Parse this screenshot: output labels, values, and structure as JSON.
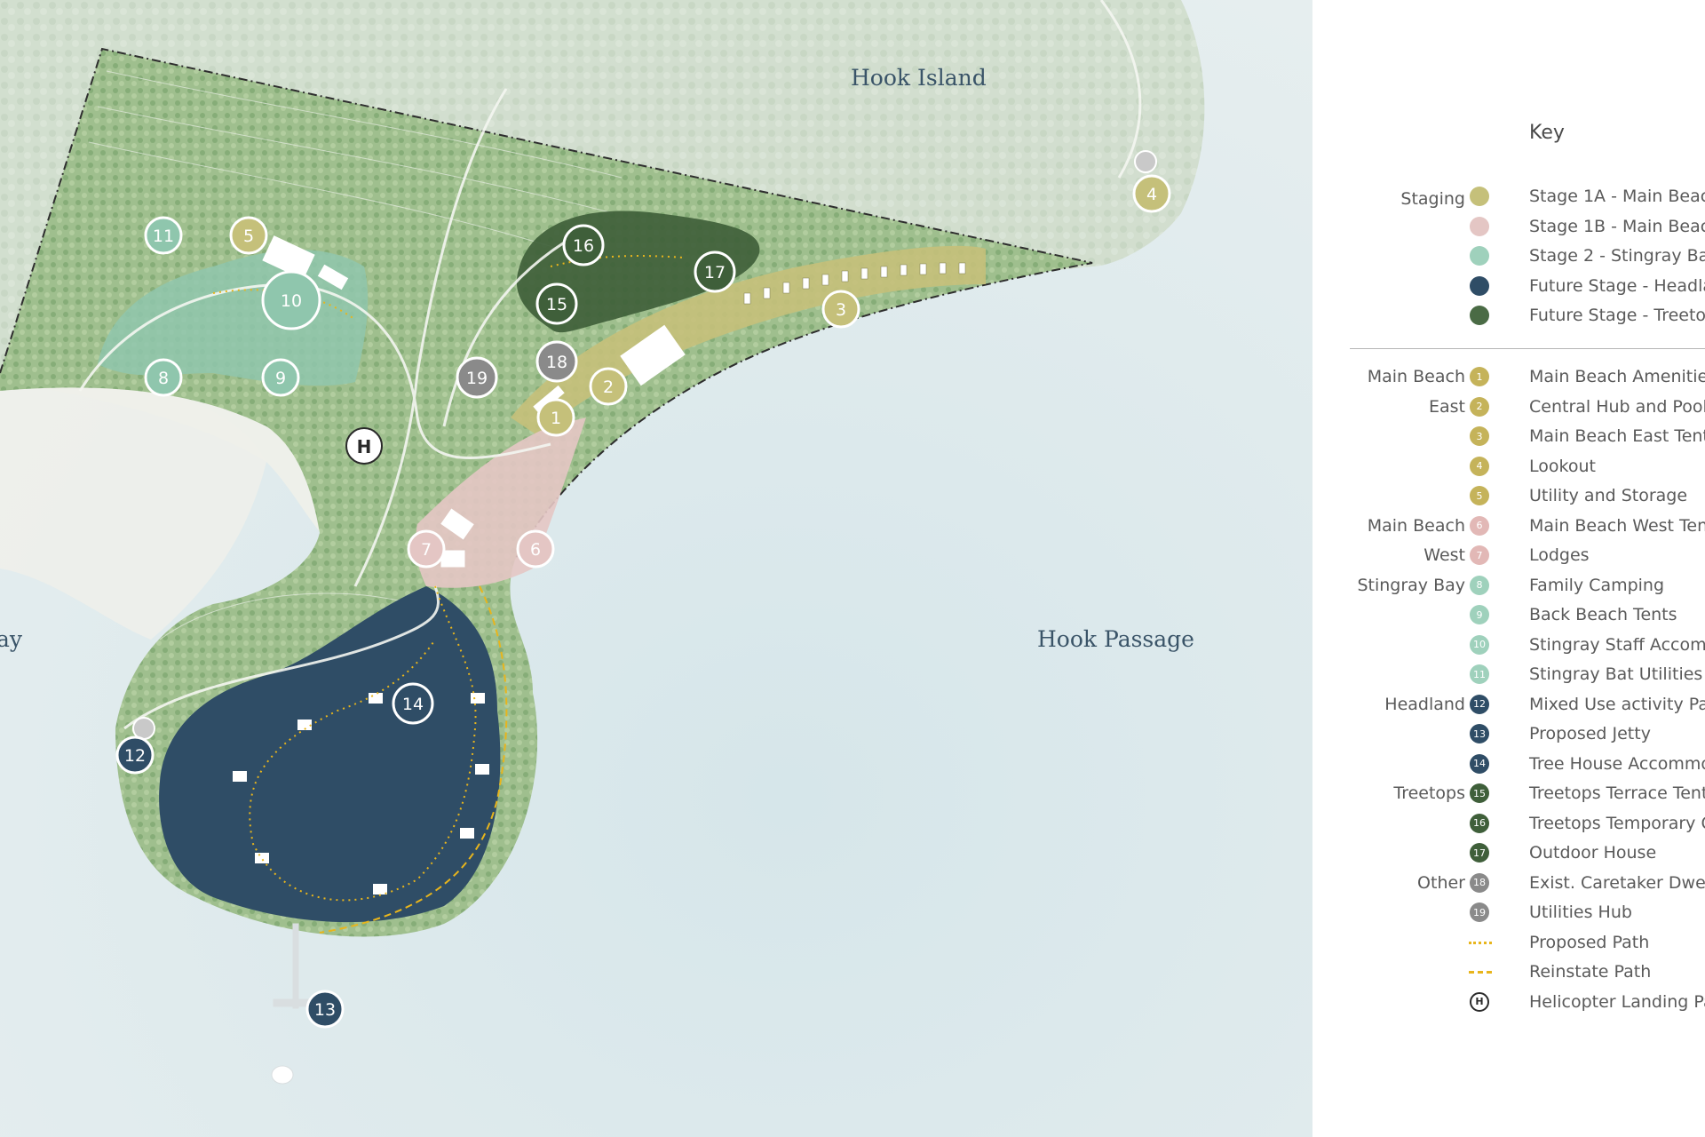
{
  "places": {
    "hook_island": "Hook Island",
    "hook_passage": "Hook Passage",
    "bay_partial": "ay"
  },
  "markers": [
    {
      "num": "1",
      "group": "main-beach-east"
    },
    {
      "num": "2",
      "group": "main-beach-east"
    },
    {
      "num": "3",
      "group": "main-beach-east"
    },
    {
      "num": "4",
      "group": "main-beach-east"
    },
    {
      "num": "5",
      "group": "main-beach-east"
    },
    {
      "num": "6",
      "group": "main-beach-west"
    },
    {
      "num": "7",
      "group": "main-beach-west"
    },
    {
      "num": "8",
      "group": "stingray-bay"
    },
    {
      "num": "9",
      "group": "stingray-bay"
    },
    {
      "num": "10",
      "group": "stingray-bay"
    },
    {
      "num": "11",
      "group": "stingray-bay"
    },
    {
      "num": "12",
      "group": "headland"
    },
    {
      "num": "13",
      "group": "headland"
    },
    {
      "num": "14",
      "group": "headland"
    },
    {
      "num": "15",
      "group": "treetops"
    },
    {
      "num": "16",
      "group": "treetops"
    },
    {
      "num": "17",
      "group": "treetops"
    },
    {
      "num": "18",
      "group": "other"
    },
    {
      "num": "19",
      "group": "other"
    }
  ],
  "helipad_symbol": "H",
  "legend": {
    "title": "Key",
    "staging_label": "Staging",
    "staging": [
      {
        "label": "Stage 1A - Main Beac",
        "color": "#c5c07a"
      },
      {
        "label": "Stage 1B - Main Beac",
        "color": "#e4c6c4"
      },
      {
        "label": "Stage 2 - Stingray Ba",
        "color": "#9fd1bc"
      },
      {
        "label": "Future Stage - Headla",
        "color": "#2f4d66"
      },
      {
        "label": "Future Stage - Treeto",
        "color": "#4a6b45"
      }
    ],
    "groups": [
      {
        "label": "Main Beach",
        "label2": "East"
      },
      {
        "label": "Main Beach",
        "label2": "West"
      },
      {
        "label": "Stingray Bay",
        "label2": ""
      },
      {
        "label": "Headland",
        "label2": ""
      },
      {
        "label": "Treetops",
        "label2": ""
      },
      {
        "label": "Other",
        "label2": ""
      }
    ],
    "items": [
      {
        "num": "1",
        "label": "Main Beach Amenitie",
        "color": "#c5b35a"
      },
      {
        "num": "2",
        "label": "Central Hub and Pool",
        "color": "#c5b35a"
      },
      {
        "num": "3",
        "label": "Main Beach East Tent",
        "color": "#c5b35a"
      },
      {
        "num": "4",
        "label": "Lookout",
        "color": "#c5b35a"
      },
      {
        "num": "5",
        "label": "Utility and Storage",
        "color": "#c5b35a"
      },
      {
        "num": "6",
        "label": "Main Beach West Ten",
        "color": "#e2b8b6"
      },
      {
        "num": "7",
        "label": "Lodges",
        "color": "#e2b8b6"
      },
      {
        "num": "8",
        "label": "Family Camping",
        "color": "#9fd1bc"
      },
      {
        "num": "9",
        "label": "Back Beach Tents",
        "color": "#9fd1bc"
      },
      {
        "num": "10",
        "label": "Stingray Staff Accom.",
        "color": "#9fd1bc"
      },
      {
        "num": "11",
        "label": "Stingray Bat Utilities",
        "color": "#9fd1bc"
      },
      {
        "num": "12",
        "label": "Mixed Use activity Pa",
        "color": "#2f4d66"
      },
      {
        "num": "13",
        "label": "Proposed Jetty",
        "color": "#2f4d66"
      },
      {
        "num": "14",
        "label": "Tree House Accommo",
        "color": "#2f4d66"
      },
      {
        "num": "15",
        "label": "Treetops Terrace Tent",
        "color": "#3f5f3a"
      },
      {
        "num": "16",
        "label": "Treetops Temporary C",
        "color": "#3f5f3a"
      },
      {
        "num": "17",
        "label": "Outdoor House",
        "color": "#3f5f3a"
      },
      {
        "num": "18",
        "label": "Exist. Caretaker Dwel",
        "color": "#8a8a8a"
      },
      {
        "num": "19",
        "label": "Utilities Hub",
        "color": "#8a8a8a"
      }
    ],
    "lines": [
      {
        "label": "Proposed Path",
        "color": "#e8b51c",
        "style": "dotted"
      },
      {
        "label": "Reinstate Path",
        "color": "#e8b51c",
        "style": "dashed"
      },
      {
        "label": "Helicopter Landing Pa",
        "symbol": "H"
      }
    ]
  },
  "colors": {
    "stage_1a": "#c5c07a",
    "stage_1b": "#e4c6c4",
    "stage_2": "#8fc6ad",
    "headland": "#2f4d66",
    "treetops": "#3f5f3a",
    "other": "#8a8a8a",
    "path": "#e8b51c",
    "water": "#dfeaed",
    "vegetation": "#a9c79a"
  }
}
